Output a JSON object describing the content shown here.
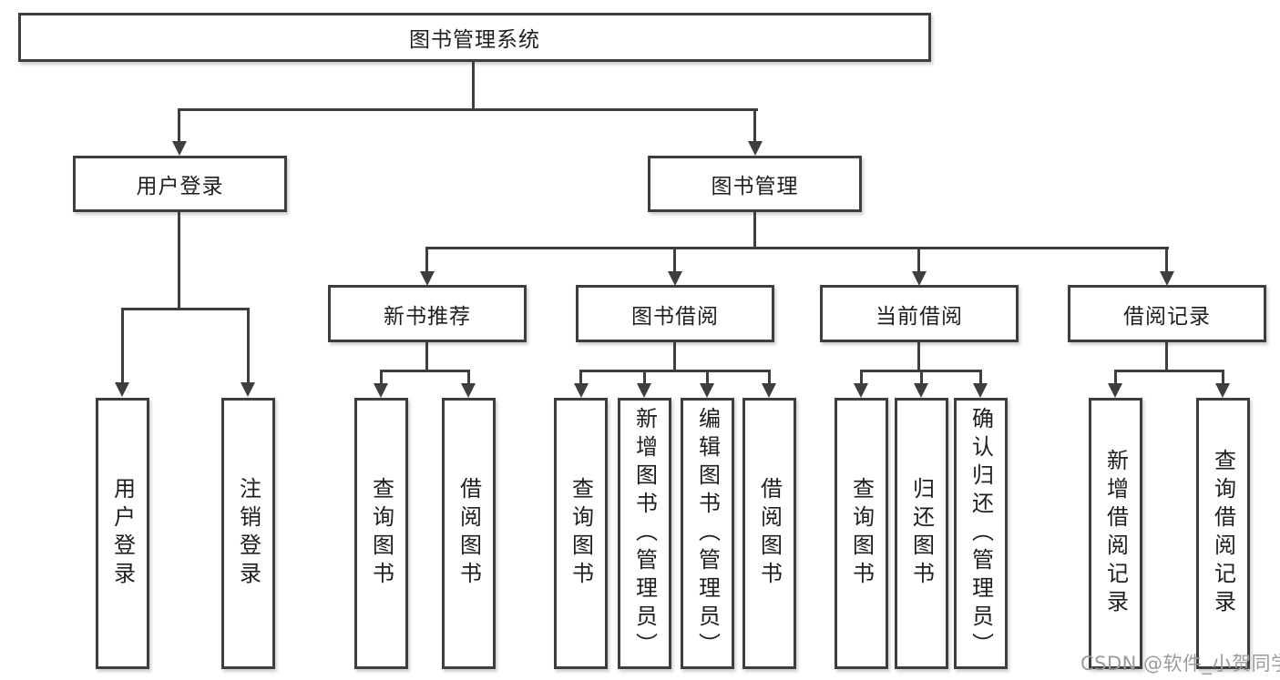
{
  "colors": {
    "line": "#3e3e3e",
    "text": "#1e1e1e",
    "background": "#ffffff",
    "watermark": "#9b9b9b"
  },
  "watermark": {
    "text": "CSDN @软件_小贺同学"
  },
  "tree": {
    "root": {
      "label": "图书管理系统"
    },
    "branches": [
      {
        "label": "用户登录",
        "children": [
          {
            "label": "用户登录"
          },
          {
            "label": "注销登录"
          }
        ]
      },
      {
        "label": "图书管理",
        "children": [
          {
            "label": "新书推荐",
            "children": [
              {
                "label": "查询图书"
              },
              {
                "label": "借阅图书"
              }
            ]
          },
          {
            "label": "图书借阅",
            "children": [
              {
                "label": "查询图书"
              },
              {
                "label": "新增图书（管理员）"
              },
              {
                "label": "编辑图书（管理员）"
              },
              {
                "label": "借阅图书"
              }
            ]
          },
          {
            "label": "当前借阅",
            "children": [
              {
                "label": "查询图书"
              },
              {
                "label": "归还图书"
              },
              {
                "label": "确认归还（管理员）"
              }
            ]
          },
          {
            "label": "借阅记录",
            "children": [
              {
                "label": "新增借阅记录"
              },
              {
                "label": "查询借阅记录"
              }
            ]
          }
        ]
      }
    ]
  }
}
